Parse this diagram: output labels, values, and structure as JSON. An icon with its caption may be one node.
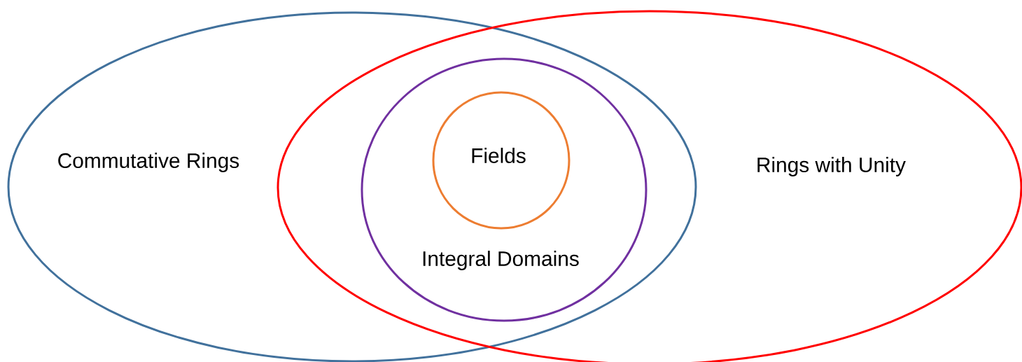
{
  "diagram": {
    "nodes": [
      {
        "text": [
          "Commutative Rings"
        ]
      },
      {
        "text": [
          "Rings with Unity"
        ]
      },
      {
        "text": [
          "Integral Domains"
        ]
      },
      {
        "text": [
          "Fields"
        ],
        "in": 2
      }
    ]
  }
}
